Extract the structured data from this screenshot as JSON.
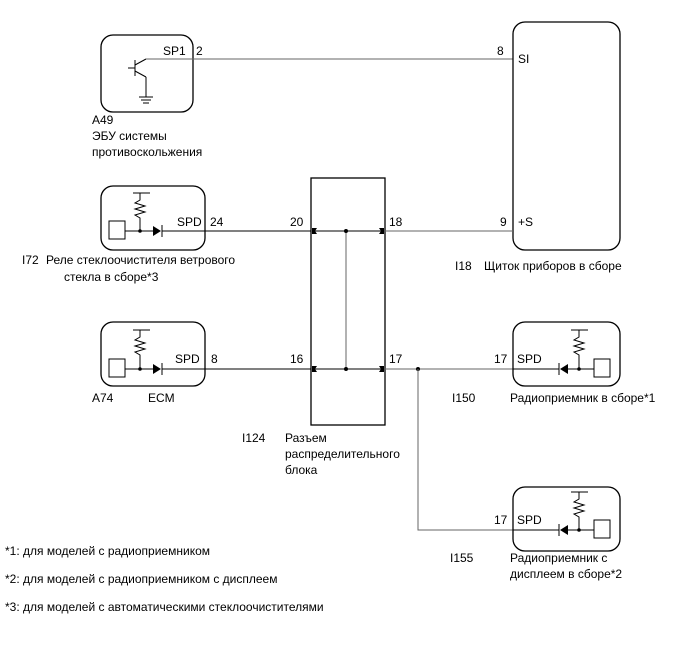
{
  "components": {
    "a49": {
      "code": "A49",
      "name_line1": "ЭБУ системы",
      "name_line2": "противоскольжения",
      "pin_name": "SP1",
      "pin_no": "2"
    },
    "i18": {
      "code": "I18",
      "name": "Щиток приборов в сборе",
      "pin1_no": "8",
      "pin1_name": "SI",
      "pin2_no": "9",
      "pin2_name": "+S"
    },
    "i72": {
      "code": "I72",
      "name_line1": "Реле стеклоочистителя ветрового",
      "name_line2": "стекла в сборе*3",
      "pin_name": "SPD",
      "pin_no": "24"
    },
    "a74": {
      "code": "A74",
      "name": "ECM",
      "pin_name": "SPD",
      "pin_no": "8"
    },
    "i124": {
      "code": "I124",
      "name_line1": "Разъем",
      "name_line2": "распределительного",
      "name_line3": "блока",
      "pin_20": "20",
      "pin_18": "18",
      "pin_16": "16",
      "pin_17": "17"
    },
    "i150": {
      "code": "I150",
      "name": "Радиоприемник в сборе*1",
      "pin_no": "17",
      "pin_name": "SPD"
    },
    "i155": {
      "code": "I155",
      "name_line1": "Радиоприемник с",
      "name_line2": "дисплеем в сборе*2",
      "pin_no": "17",
      "pin_name": "SPD"
    }
  },
  "footnotes": [
    "*1: для моделей с радиоприемником",
    "*2: для моделей с радиоприемником с дисплеем",
    "*3: для моделей с автоматическими стеклоочистителями"
  ]
}
